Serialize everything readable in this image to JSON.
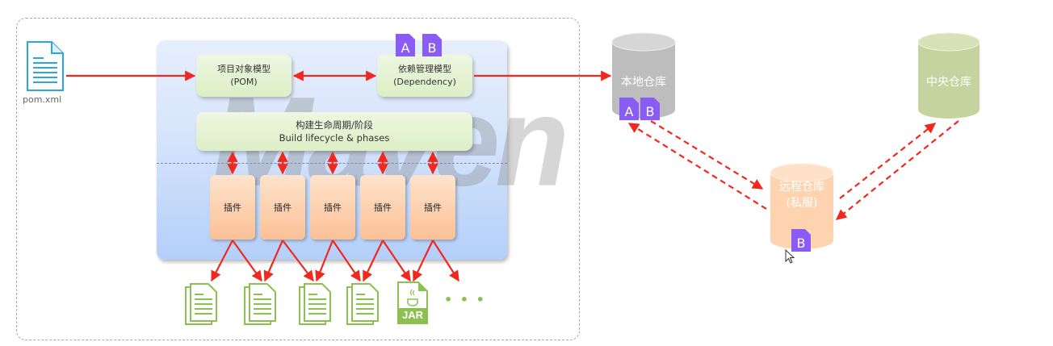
{
  "pom_file": {
    "label": "pom.xml",
    "icon": "document-icon"
  },
  "maven_panel": {
    "watermark": "Maven",
    "pom_model": {
      "line1": "项目对象模型",
      "line2": "(POM)"
    },
    "dependency_model": {
      "line1": "依赖管理模型",
      "line2": "(Dependency)",
      "badges": [
        "A",
        "B"
      ]
    },
    "lifecycle": {
      "line1": "构建生命周期/阶段",
      "line2": "Build lifecycle & phases"
    },
    "plugins": [
      "插件",
      "插件",
      "插件",
      "插件",
      "插件"
    ]
  },
  "outputs": {
    "files": [
      "document-stack-icon",
      "document-stack-icon",
      "document-stack-icon",
      "document-stack-icon"
    ],
    "jar_label": "JAR",
    "more": "• • •"
  },
  "repositories": {
    "local": {
      "label": "本地仓库",
      "badges": [
        "A",
        "B"
      ],
      "color": "#bdbdbd"
    },
    "central": {
      "label": "中央仓库",
      "color": "#c5d49e"
    },
    "remote": {
      "line1": "远程仓库",
      "line2": "(私服)",
      "badges": [
        "B"
      ],
      "color": "#fdd3b0"
    }
  },
  "colors": {
    "arrow": "#f0281e",
    "badge": "#8a5cf5",
    "file_green": "#8cc152",
    "pom_blue": "#2aa7e0"
  }
}
